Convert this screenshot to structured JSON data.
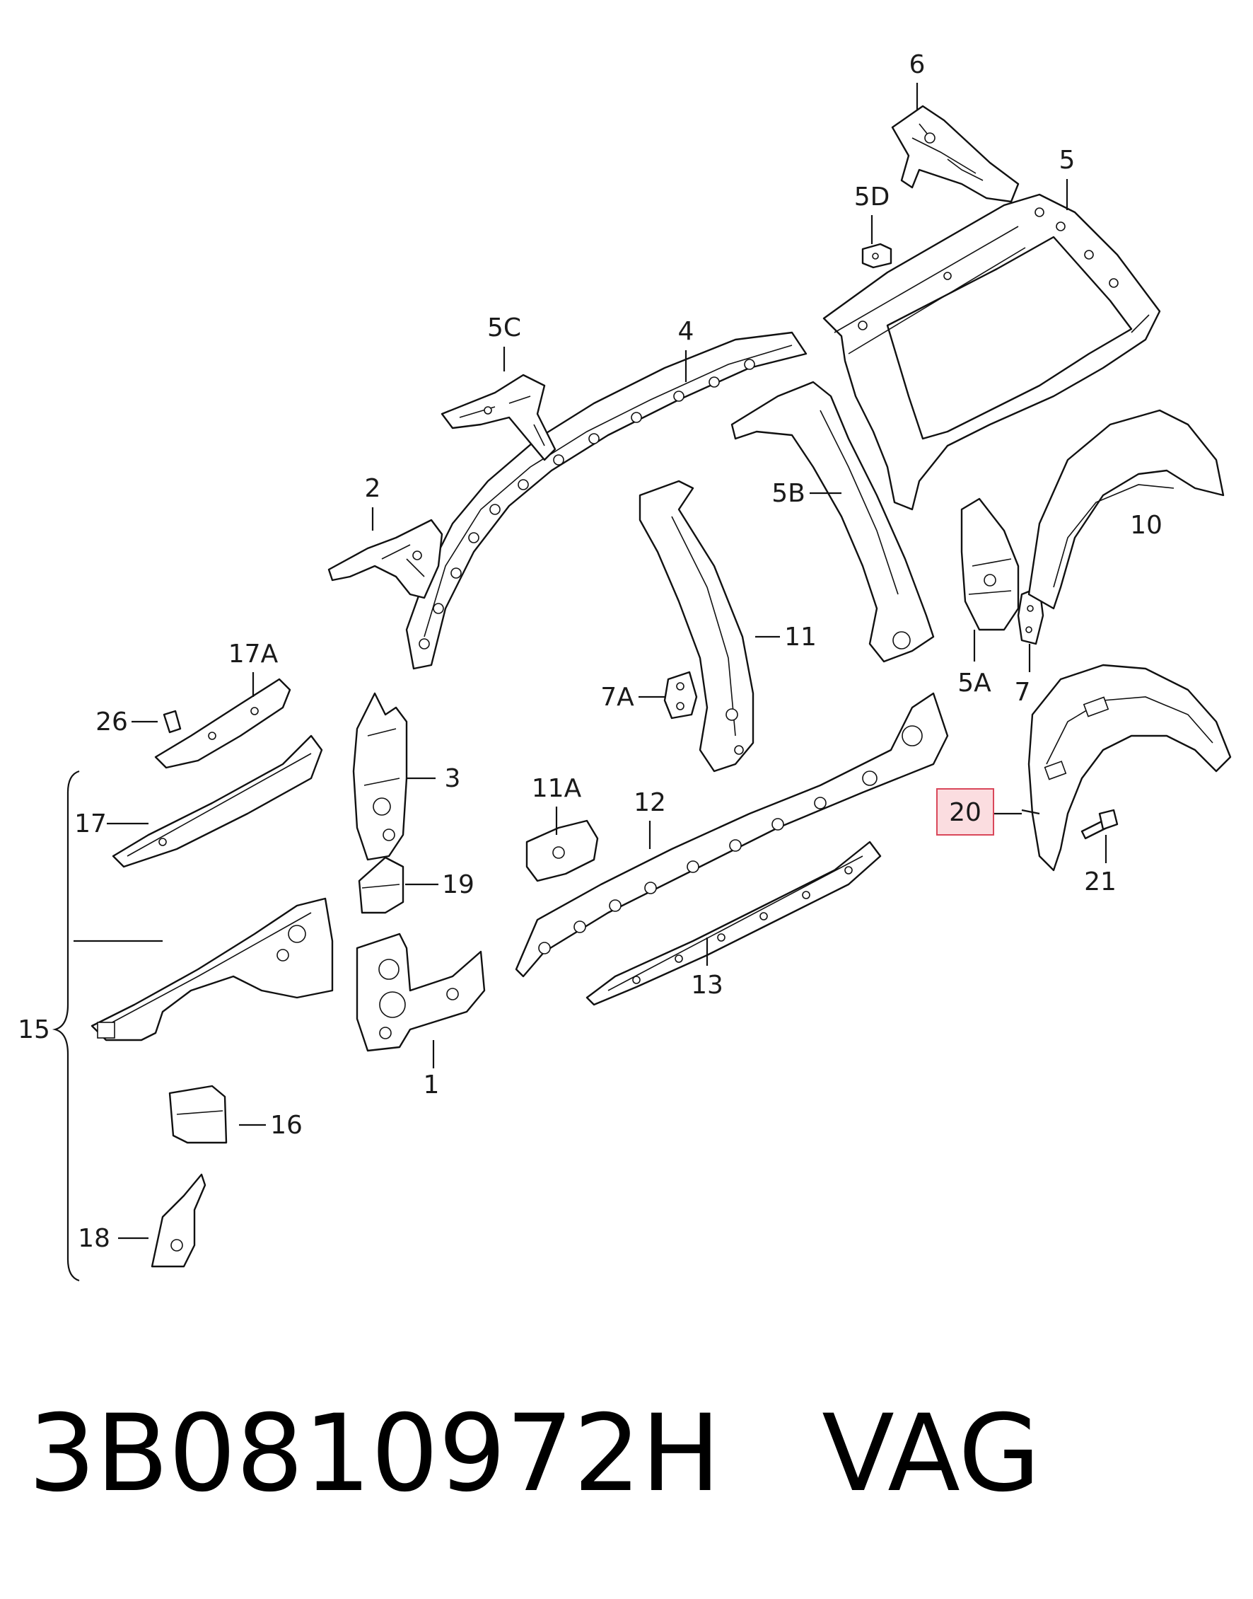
{
  "labels": {
    "l1": "1",
    "l2": "2",
    "l3": "3",
    "l4": "4",
    "l5": "5",
    "l5A": "5A",
    "l5B": "5B",
    "l5C": "5C",
    "l5D": "5D",
    "l6": "6",
    "l7": "7",
    "l7A": "7A",
    "l10": "10",
    "l11": "11",
    "l11A": "11A",
    "l12": "12",
    "l13": "13",
    "l15": "15",
    "l16": "16",
    "l17": "17",
    "l17A": "17A",
    "l18": "18",
    "l19": "19",
    "l20": "20",
    "l21": "21",
    "l26": "26"
  },
  "highlighted_label": "20",
  "highlight_color": "#fbdde0",
  "footer": {
    "part_number": "3B0810972H",
    "brand": "VAG"
  }
}
